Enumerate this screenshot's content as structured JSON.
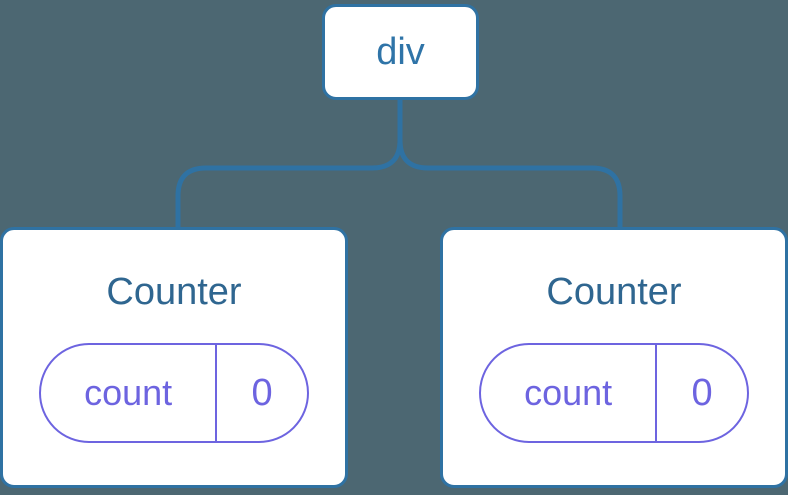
{
  "diagram": {
    "kind": "component-tree",
    "root": {
      "label": "div"
    },
    "children": [
      {
        "title": "Counter",
        "state": {
          "name": "count",
          "value": "0"
        }
      },
      {
        "title": "Counter",
        "state": {
          "name": "count",
          "value": "0"
        }
      }
    ]
  },
  "colors": {
    "background": "#4c6772",
    "line_blue": "#2f72a3",
    "root_label_blue": "#2f74a8",
    "title_blue": "#2f6690",
    "state_purple": "#6d64e0",
    "card_background": "#ffffff"
  }
}
